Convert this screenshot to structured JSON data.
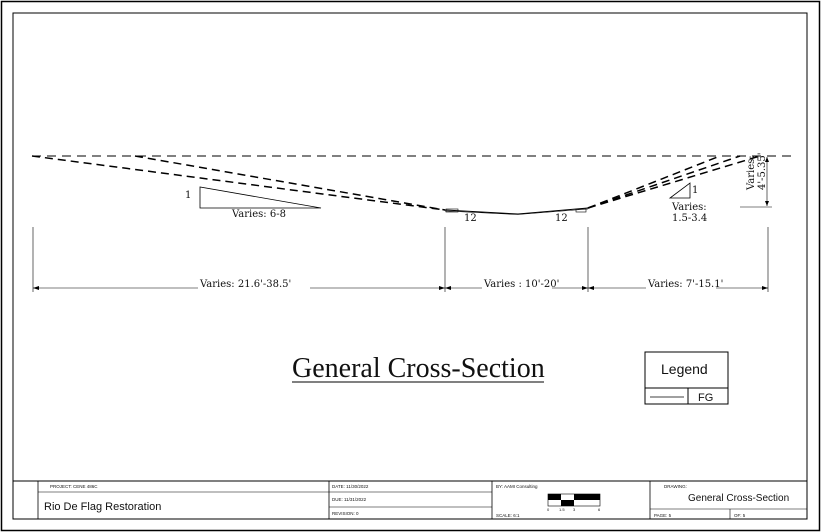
{
  "drawing": {
    "title": "General Cross-Section",
    "dims": {
      "left_slope": "Varies: 6-8",
      "left_slope_rise": "1",
      "right_slope_line1": "Varies:",
      "right_slope_line2": "1.5-3.4",
      "right_slope_rise": "1",
      "depth_line1": "Varies:",
      "depth_line2": "4'-5.35'",
      "channel_left": "12",
      "channel_right": "12",
      "width_left": "Varies: 21.6'-38.5'",
      "width_center": "Varies : 10'-20'",
      "width_right": "Varies: 7'-15.1'"
    }
  },
  "legend": {
    "title": "Legend",
    "item_label": "FG"
  },
  "title_block": {
    "project": "PROJECT: CENE 486C",
    "project_name": "Rio De Flag Restoration",
    "date": "DATE: 11/30/2022",
    "due": "DUE: 11/31/2022",
    "revision": "REVISION: 0",
    "by": "BY:   AAMI Consulting",
    "scale_ticks": [
      "0",
      "1.5",
      "3",
      "6"
    ],
    "scale": "SCALE: 6:1",
    "drawing_label": "DRAWING:",
    "drawing_name": "General Cross-Section",
    "page": "PAGE: 5",
    "of": "OF: 5"
  }
}
